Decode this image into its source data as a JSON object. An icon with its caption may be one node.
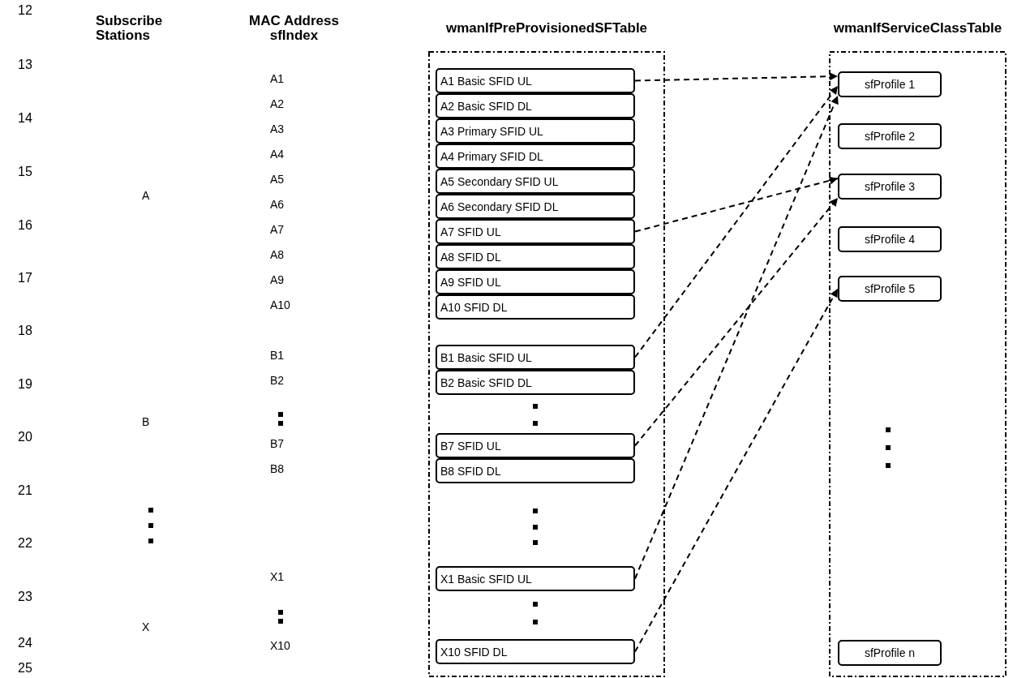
{
  "diagram": {
    "nodes": [
      {
        "text": [
          "wmanIfPreProvisionedSFTable"
        ]
      },
      {
        "text": [
          "A1 Basic SFID UL"
        ],
        "in": 0
      },
      {
        "text": [
          "A2 Basic SFID DL"
        ],
        "in": 0
      },
      {
        "text": [
          "A3 Primary SFID UL"
        ],
        "in": 0
      },
      {
        "text": [
          "A4 Primary SFID DL"
        ],
        "in": 0
      },
      {
        "text": [
          "A5 Secondary SFID UL"
        ],
        "in": 0
      },
      {
        "text": [
          "A6 Secondary SFID DL"
        ],
        "in": 0
      },
      {
        "text": [
          "A7 SFID UL"
        ],
        "in": 0
      },
      {
        "text": [
          "A8 SFID DL"
        ],
        "in": 0
      },
      {
        "text": [
          "A9 SFID UL"
        ],
        "in": 0
      },
      {
        "text": [
          "A10 SFID DL"
        ],
        "in": 0
      },
      {
        "text": [
          "B1 Basic SFID UL"
        ],
        "in": 0
      },
      {
        "text": [
          "B2 Basic SFID DL"
        ],
        "in": 0
      },
      {
        "text": [
          "B7 SFID UL"
        ],
        "in": 0
      },
      {
        "text": [
          "B8 SFID DL"
        ],
        "in": 0
      },
      {
        "text": [
          "X1 Basic SFID UL"
        ],
        "in": 0
      },
      {
        "text": [
          "X10 SFID DL"
        ],
        "in": 0
      },
      {
        "text": [
          "wmanIfServiceClassTable"
        ]
      },
      {
        "text": [
          "sfProfile 1"
        ],
        "in": 17
      },
      {
        "text": [
          "sfProfile 2"
        ],
        "in": 17
      },
      {
        "text": [
          "sfProfile 3"
        ],
        "in": 17
      },
      {
        "text": [
          "sfProfile 4"
        ],
        "in": 17
      },
      {
        "text": [
          "sfProfile 5"
        ],
        "in": 17
      },
      {
        "text": [
          "sfProfile n"
        ],
        "in": 17
      }
    ],
    "edges": [
      {
        "from": 1,
        "to": 18,
        "arrow": "to",
        "style": "dashed"
      },
      {
        "from": 7,
        "to": 20,
        "arrow": "to",
        "style": "dashed"
      },
      {
        "from": 11,
        "to": 18,
        "arrow": "to",
        "style": "dashed"
      },
      {
        "from": 13,
        "to": 20,
        "arrow": "to",
        "style": "dashed"
      },
      {
        "from": 15,
        "to": 18,
        "arrow": "to",
        "style": "dashed"
      },
      {
        "from": 16,
        "to": 22,
        "arrow": "to",
        "style": "dashed"
      }
    ],
    "labels": [
      "Subscribe Stations",
      "MAC Address sfIndex",
      "12",
      "13",
      "14",
      "15",
      "16",
      "17",
      "18",
      "19",
      "20",
      "21",
      "22",
      "23",
      "24",
      "25",
      "A1",
      "A2",
      "A3",
      "A4",
      "A5",
      "A6",
      "A7",
      "A8",
      "A9",
      "A10",
      "B1",
      "B2",
      "B7",
      "B8",
      "X1",
      "X10",
      "A",
      "B",
      "X"
    ]
  }
}
